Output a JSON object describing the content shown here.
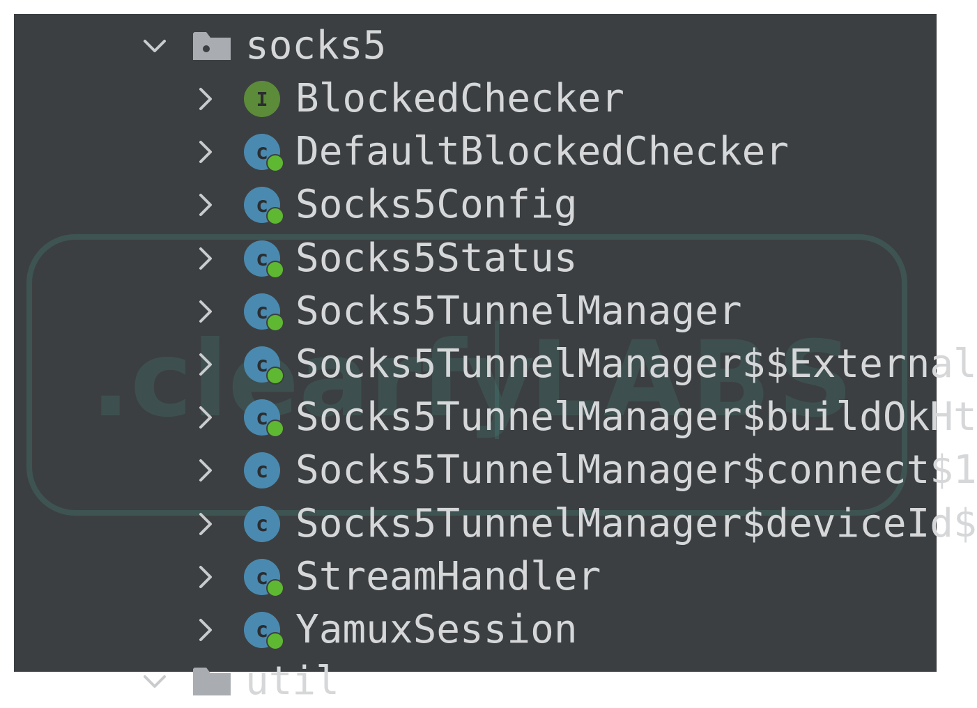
{
  "tree": {
    "folder": {
      "name": "socks5",
      "icon": "folder-icon",
      "expanded": true
    },
    "items": [
      {
        "label": "BlockedChecker",
        "kind": "interface",
        "icon": "interface-icon"
      },
      {
        "label": "DefaultBlockedChecker",
        "kind": "class",
        "icon": "class-icon"
      },
      {
        "label": "Socks5Config",
        "kind": "class",
        "icon": "class-icon"
      },
      {
        "label": "Socks5Status",
        "kind": "class",
        "icon": "class-icon"
      },
      {
        "label": "Socks5TunnelManager",
        "kind": "class",
        "icon": "class-icon"
      },
      {
        "label": "Socks5TunnelManager$$External",
        "kind": "class",
        "icon": "class-icon"
      },
      {
        "label": "Socks5TunnelManager$buildOkHt",
        "kind": "class",
        "icon": "class-icon"
      },
      {
        "label": "Socks5TunnelManager$connect$1",
        "kind": "class-plain",
        "icon": "class-icon"
      },
      {
        "label": "Socks5TunnelManager$deviceId$",
        "kind": "class-plain",
        "icon": "class-icon"
      },
      {
        "label": "StreamHandler",
        "kind": "class",
        "icon": "class-icon"
      },
      {
        "label": "YamuxSession",
        "kind": "class",
        "icon": "class-icon"
      }
    ],
    "next_folder": {
      "name": "util",
      "icon": "folder-icon"
    }
  },
  "watermark": {
    "left_text": ".clearfy",
    "right_text": "LABS"
  },
  "colors": {
    "background": "#3c3f41",
    "text": "#d5d7d9",
    "class_icon": "#4a8ab0",
    "interface_icon": "#5c8b3a",
    "badge": "#5fb832",
    "chevron": "#c9cbcd",
    "folder": "#a9adb2"
  }
}
